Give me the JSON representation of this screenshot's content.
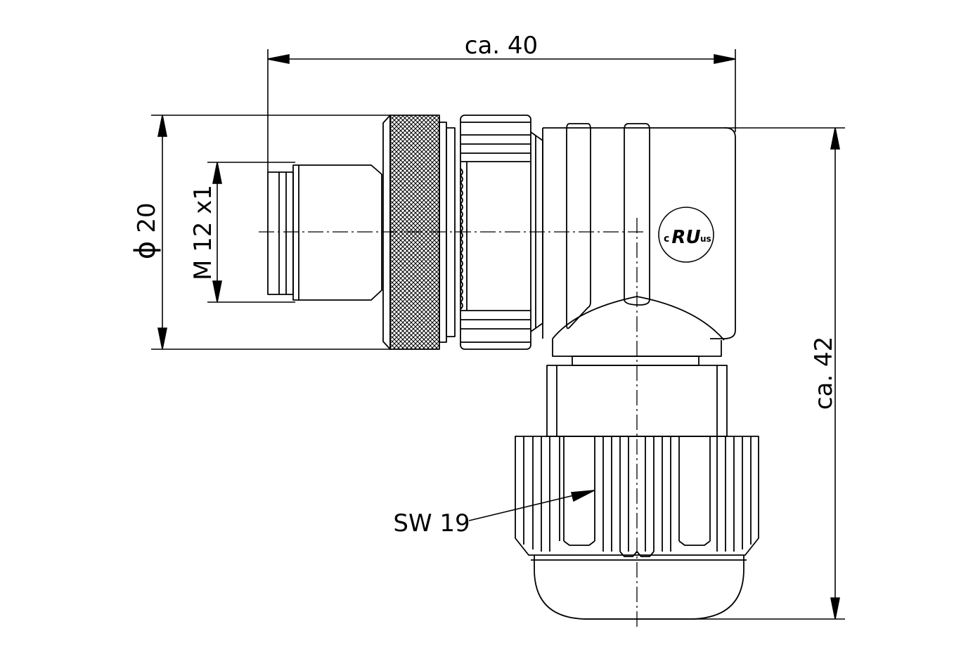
{
  "dimensions": {
    "width_label": "ca. 40",
    "height_label": "ca. 42",
    "diameter_symbol": "ϕ",
    "diameter_value": "20",
    "thread_label": "M 12 x1",
    "wrench_label": "SW 19"
  },
  "certification_mark": {
    "left": "c",
    "mark": "RU",
    "right": "us"
  },
  "colors": {
    "line": "#000000",
    "background": "#ffffff"
  }
}
